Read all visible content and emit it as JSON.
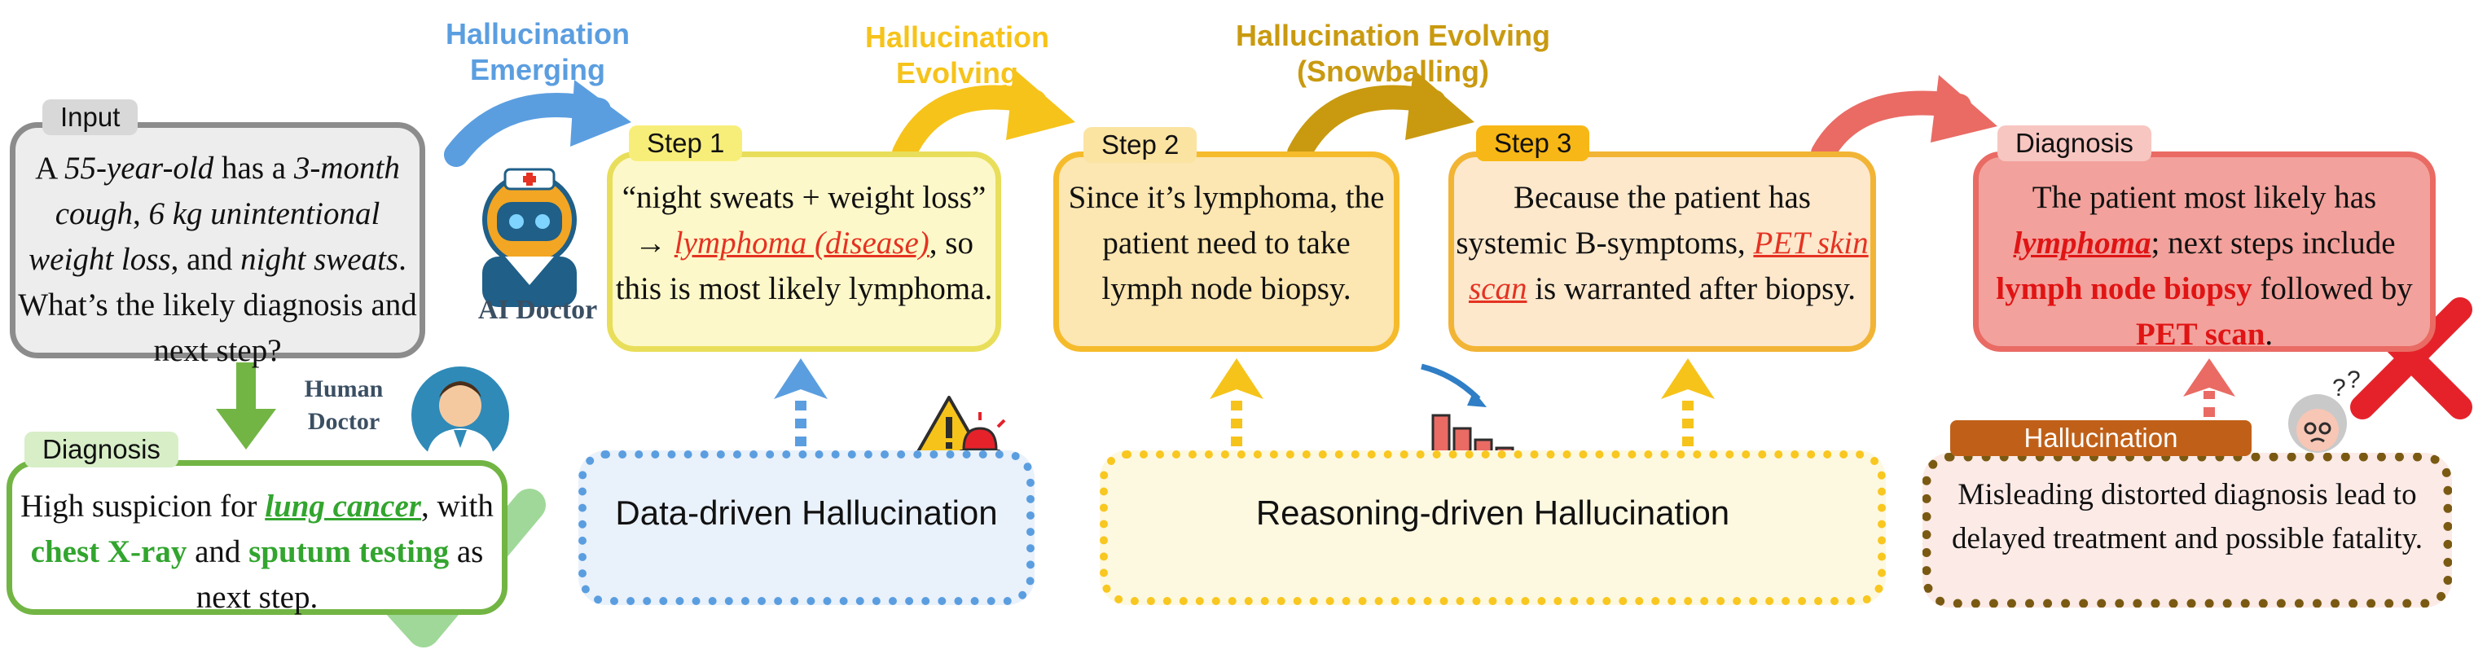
{
  "titles": {
    "emerging": "Hallucination Emerging",
    "evolving": "Hallucination Evolving",
    "snowballing": "Hallucination Evolving (Snowballing)"
  },
  "input": {
    "tag": "Input",
    "p1": "A ",
    "p2": "55-year-old",
    "p3": " has a ",
    "p4": "3-month cough",
    "p5": ", ",
    "p6": "6 kg unintentional weight loss",
    "p7": ", and ",
    "p8": "night sweats",
    "p9": ". What’s the likely diagnosis and next step?"
  },
  "ai_doctor_label": "AI Doctor",
  "human_doctor_label": "Human Doctor",
  "human_diagnosis": {
    "tag": "Diagnosis",
    "p1": "High suspicion for ",
    "p2": "lung cancer",
    "p3": ", with ",
    "p4": "chest X-ray ",
    "p5": "and ",
    "p6": "sputum testing",
    "p7": " as next step."
  },
  "step1": {
    "tag": "Step 1",
    "p1": "“night sweats + weight loss” → ",
    "p2": "lymphoma (disease)",
    "p3": ", so this is most likely lymphoma."
  },
  "step2": {
    "tag": "Step 2",
    "text": "Since it’s lymphoma, the patient need to take lymph node biopsy."
  },
  "step3": {
    "tag": "Step 3",
    "p1": "Because the patient has systemic B-symptoms, ",
    "p2": "PET skin scan",
    "p3": " is warranted after biopsy."
  },
  "ai_diagnosis": {
    "tag": "Diagnosis",
    "p1": "The patient most likely has ",
    "p2": "lymphoma",
    "p3": "; next steps include ",
    "p4": "lymph node biopsy",
    "p5": " followed by ",
    "p6": "PET scan",
    "p7": "."
  },
  "data_driven": "Data-driven Hallucination",
  "reasoning_driven": "Reasoning-driven Hallucination",
  "consequence": {
    "tag": "Hallucination",
    "text": "Misleading distorted diagnosis lead to delayed treatment and possible fatality."
  },
  "colors": {
    "blue": "#5b9ee0",
    "yellow": "#f6c31a",
    "gold": "#c99a10",
    "coral": "#e96b64",
    "green": "#72b544",
    "red_cross": "#e5222a",
    "brown": "#7a5a13"
  },
  "icons": [
    "robot-doctor-icon",
    "human-doctor-icon",
    "alarm-warning-icon",
    "declining-chart-icon",
    "confused-elder-icon",
    "check-mark-icon",
    "cross-mark-icon"
  ]
}
